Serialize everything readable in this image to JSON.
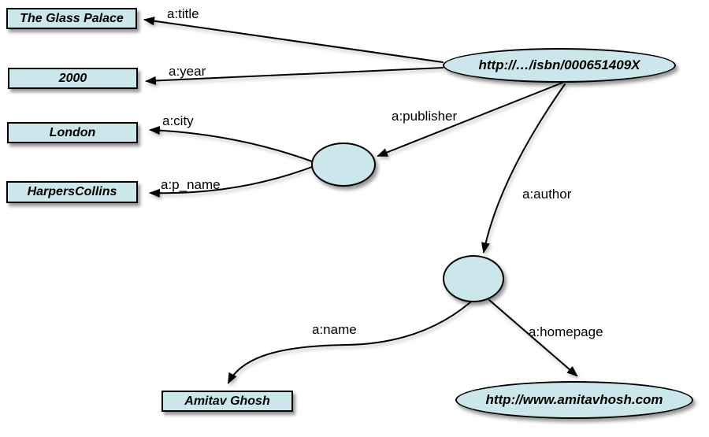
{
  "graph": {
    "nodes": {
      "book": {
        "label": "http://…/isbn/000651409X",
        "kind": "uri"
      },
      "homepage": {
        "label": "http://www.amitavhosh.com",
        "kind": "uri"
      },
      "title": {
        "label": "The Glass Palace",
        "kind": "literal"
      },
      "year": {
        "label": "2000",
        "kind": "literal"
      },
      "city": {
        "label": "London",
        "kind": "literal"
      },
      "publisher_name": {
        "label": "HarpersCollins",
        "kind": "literal"
      },
      "author_name": {
        "label": "Amitav Ghosh",
        "kind": "literal"
      },
      "blank_publisher": {
        "label": "",
        "kind": "blank"
      },
      "blank_author": {
        "label": "",
        "kind": "blank"
      }
    },
    "edges": {
      "title": {
        "label": "a:title",
        "from": "book",
        "to": "title"
      },
      "year": {
        "label": "a:year",
        "from": "book",
        "to": "year"
      },
      "publisher": {
        "label": "a:publisher",
        "from": "book",
        "to": "blank_publisher"
      },
      "author": {
        "label": "a:author",
        "from": "book",
        "to": "blank_author"
      },
      "city": {
        "label": "a:city",
        "from": "blank_publisher",
        "to": "city"
      },
      "p_name": {
        "label": "a:p_name",
        "from": "blank_publisher",
        "to": "publisher_name"
      },
      "name": {
        "label": "a:name",
        "from": "blank_author",
        "to": "author_name"
      },
      "homepage": {
        "label": "a:homepage",
        "from": "blank_author",
        "to": "homepage"
      }
    },
    "colors": {
      "node_fill": "#cbe7ec",
      "node_border": "#000000",
      "edge_color": "#000000",
      "background": "#ffffff"
    }
  }
}
